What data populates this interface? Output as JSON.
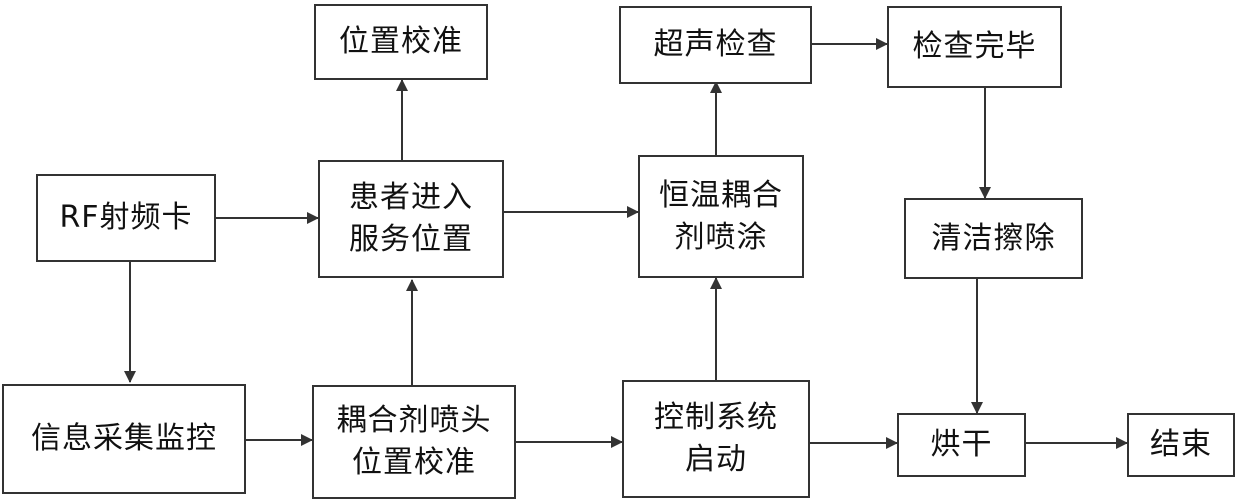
{
  "diagram": {
    "nodes": {
      "rf_card": {
        "lines": [
          "RF射频卡"
        ]
      },
      "info_monitor": {
        "lines": [
          "信息采集监控"
        ]
      },
      "position_calib_top": {
        "lines": [
          "位置校准"
        ]
      },
      "patient_enter": {
        "lines": [
          "患者进入",
          "服务位置"
        ]
      },
      "nozzle_calib": {
        "lines": [
          "耦合剂喷头",
          "位置校准"
        ]
      },
      "ultrasound": {
        "lines": [
          "超声检查"
        ]
      },
      "thermo_spray": {
        "lines": [
          "恒温耦合",
          "剂喷涂"
        ]
      },
      "control_start": {
        "lines": [
          "控制系统",
          "启动"
        ]
      },
      "exam_done": {
        "lines": [
          "检查完毕"
        ]
      },
      "clean_wipe": {
        "lines": [
          "清洁擦除"
        ]
      },
      "dry": {
        "lines": [
          "烘干"
        ]
      },
      "end": {
        "lines": [
          "结束"
        ]
      }
    },
    "colors": {
      "line": "#333333",
      "text": "#111111",
      "background": "#ffffff"
    }
  }
}
